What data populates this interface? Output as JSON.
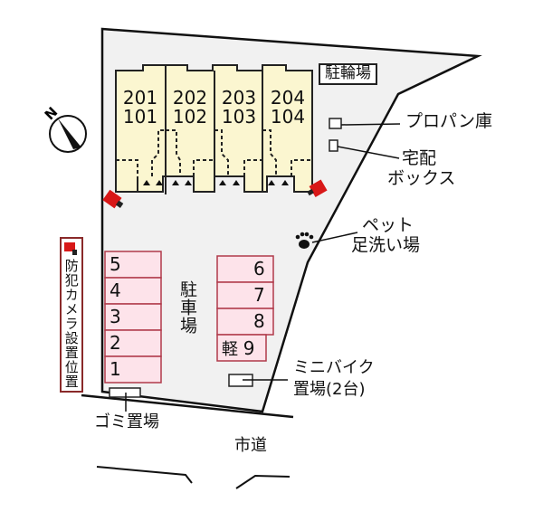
{
  "map": {
    "compass": {
      "label": "N",
      "icon": "north-arrow-icon"
    },
    "building": {
      "units": [
        {
          "upper": "201",
          "lower": "101"
        },
        {
          "upper": "202",
          "lower": "102"
        },
        {
          "upper": "203",
          "lower": "103"
        },
        {
          "upper": "204",
          "lower": "104"
        }
      ],
      "color": "#fbf6d0"
    },
    "labels": {
      "bicycle_parking": "駐輪場",
      "propane_storage": "プロパン庫",
      "delivery_box_line1": "宅配",
      "delivery_box_line2": "ボックス",
      "pet_wash_line1": "ペット",
      "pet_wash_line2": "足洗い場",
      "parking": "駐車場",
      "minibike_line1": "ミニバイク",
      "minibike_line2": "置場(2台)",
      "garbage": "ゴミ置場",
      "city_road": "市道",
      "camera_legend": "防犯カメラ設置位置"
    },
    "parking_left": [
      "5",
      "4",
      "3",
      "2",
      "1"
    ],
    "parking_right": [
      "6",
      "7",
      "8"
    ],
    "parking_kei": {
      "prefix": "軽",
      "number": "9"
    },
    "colors": {
      "lot_fill": "#f1f1f1",
      "parking_fill": "#fde3ea",
      "parking_border": "#b03a4a",
      "camera": "#d81818"
    }
  }
}
